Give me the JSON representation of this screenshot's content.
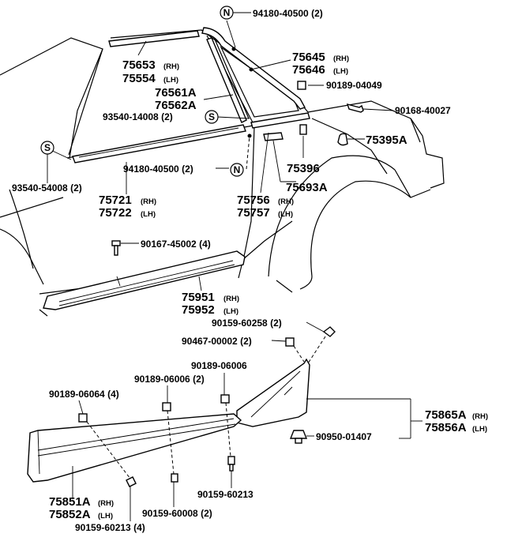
{
  "labels": {
    "p94180_top": "94180-40500 (2)",
    "p75653": "75653",
    "p75654": "75554",
    "p75645": "75645",
    "p75646": "75646",
    "p90189_04049": "90189-04049",
    "p76561A": "76561A",
    "p76562A": "76562A",
    "p90168": "90168-40027",
    "p93540_14008": "93540-14008 (2)",
    "p75395A": "75395A",
    "p75396": "75396",
    "p75693A": "75693A",
    "p93540_54008": "93540-54008 (2)",
    "p94180_mid": "94180-40500 (2)",
    "p75721": "75721",
    "p75722": "75722",
    "p75756": "75756",
    "p75757": "75757",
    "p90167": "90167-45002 (4)",
    "p75951": "75951",
    "p75952": "75952",
    "p90159_60258": "90159-60258 (2)",
    "p90467": "90467-00002 (2)",
    "p90189_06006a": "90189-06006",
    "p90189_06006b": "90189-06006 (2)",
    "p90189_06064": "90189-06064 (4)",
    "p75865A": "75865A",
    "p75856A": "75856A",
    "p90950": "90950-01407",
    "p75851A": "75851A",
    "p75852A": "75852A",
    "p90159_60213a": "90159-60213",
    "p90159_60008": "90159-60008 (2)",
    "p90159_60213b": "90159-60213 (4)",
    "rh": "(RH)",
    "lh": "(LH)",
    "sym_n": "N",
    "sym_s": "S"
  }
}
